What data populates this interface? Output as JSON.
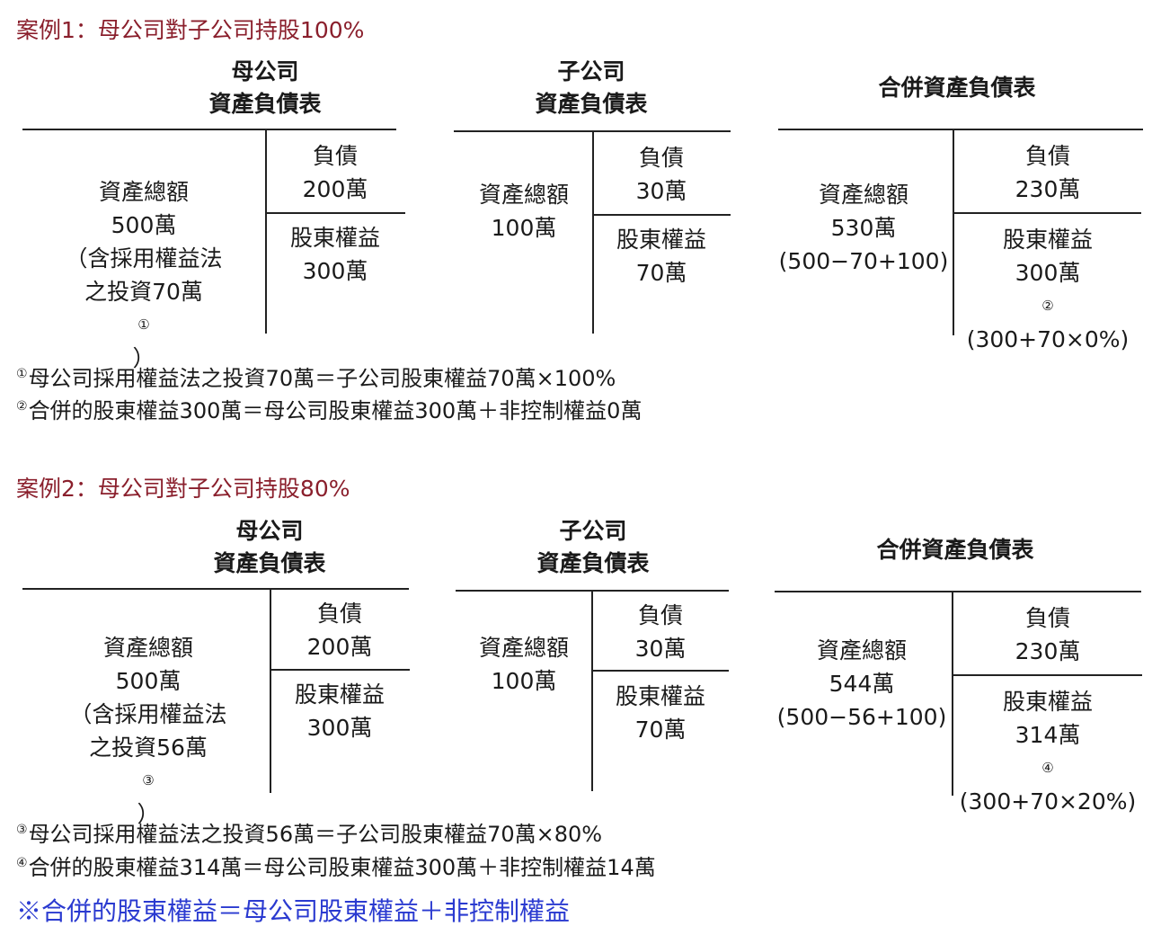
{
  "case1": {
    "label": "案例1：",
    "title": "母公司對子公司持股100%",
    "parent": {
      "header": [
        "母公司",
        "資產負債表"
      ],
      "assets": [
        "資產總額",
        "500萬",
        "（含採用權益法",
        "之投資70萬",
        "）"
      ],
      "assets_mark": "①",
      "liab": [
        "負債",
        "200萬"
      ],
      "equity": [
        "股東權益",
        "300萬"
      ]
    },
    "sub": {
      "header": [
        "子公司",
        "資產負債表"
      ],
      "assets": [
        "資產總額",
        "100萬"
      ],
      "liab": [
        "負債",
        "30萬"
      ],
      "equity": [
        "股東權益",
        "70萬"
      ]
    },
    "consol": {
      "header": "合併資產負債表",
      "assets": [
        "資產總額",
        "530萬",
        "(500−70+100)"
      ],
      "liab": [
        "負債",
        "230萬"
      ],
      "equity": [
        "股東權益",
        "300萬",
        "(300+70×0%)"
      ],
      "equity_mark": "②"
    },
    "notes": [
      {
        "mark": "①",
        "text": "母公司採用權益法之投資70萬＝子公司股東權益70萬×100%"
      },
      {
        "mark": "②",
        "text": "合併的股東權益300萬＝母公司股東權益300萬＋非控制權益0萬"
      }
    ]
  },
  "case2": {
    "label": "案例2：",
    "title": "母公司對子公司持股80%",
    "parent": {
      "header": [
        "母公司",
        "資產負債表"
      ],
      "assets": [
        "資產總額",
        "500萬",
        "（含採用權益法",
        "之投資56萬",
        "）"
      ],
      "assets_mark": "③",
      "liab": [
        "負債",
        "200萬"
      ],
      "equity": [
        "股東權益",
        "300萬"
      ]
    },
    "sub": {
      "header": [
        "子公司",
        "資產負債表"
      ],
      "assets": [
        "資產總額",
        "100萬"
      ],
      "liab": [
        "負債",
        "30萬"
      ],
      "equity": [
        "股東權益",
        "70萬"
      ]
    },
    "consol": {
      "header": "合併資產負債表",
      "assets": [
        "資產總額",
        "544萬",
        "(500−56+100)"
      ],
      "liab": [
        "負債",
        "230萬"
      ],
      "equity": [
        "股東權益",
        "314萬",
        "(300+70×20%)"
      ],
      "equity_mark": "④"
    },
    "notes": [
      {
        "mark": "③",
        "text": "母公司採用權益法之投資56萬＝子公司股東權益70萬×80%"
      },
      {
        "mark": "④",
        "text": "合併的股東權益314萬＝母公司股東權益300萬＋非控制權益14萬"
      }
    ]
  },
  "summary": "※合併的股東權益＝母公司股東權益＋非控制權益"
}
